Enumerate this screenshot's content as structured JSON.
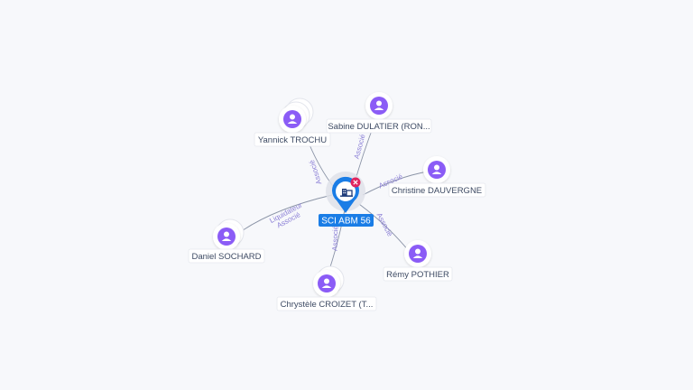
{
  "center": {
    "label": "SCI ABM 56",
    "icon": "building-icon",
    "badge_icon": "close-icon",
    "colors": {
      "pin": "#1a7de6",
      "badge": "#e0245e",
      "label_bg": "#1a7de6"
    }
  },
  "persons": [
    {
      "id": "yannick",
      "label": "Yannick TROCHU",
      "relation": "Associé",
      "stacked": true
    },
    {
      "id": "sabine",
      "label": "Sabine DULATIER (RON...",
      "relation": "Associé",
      "stacked": false
    },
    {
      "id": "christine",
      "label": "Christine DAUVERGNE",
      "relation": "Associé",
      "stacked": false
    },
    {
      "id": "remy",
      "label": "Rémy POTHIER",
      "relation": "Associé",
      "stacked": false
    },
    {
      "id": "chrystele",
      "label": "Chrystèle CROIZET (T...",
      "relation": "Associé",
      "stacked": true
    },
    {
      "id": "daniel",
      "label": "Daniel SOCHARD",
      "relation": "Liquidateur",
      "relation2": "Associé",
      "stacked": true
    }
  ],
  "colors": {
    "person_icon": "#8b5cf6",
    "edge": "#8a93a6",
    "edge_label": "#8b7fd6"
  }
}
